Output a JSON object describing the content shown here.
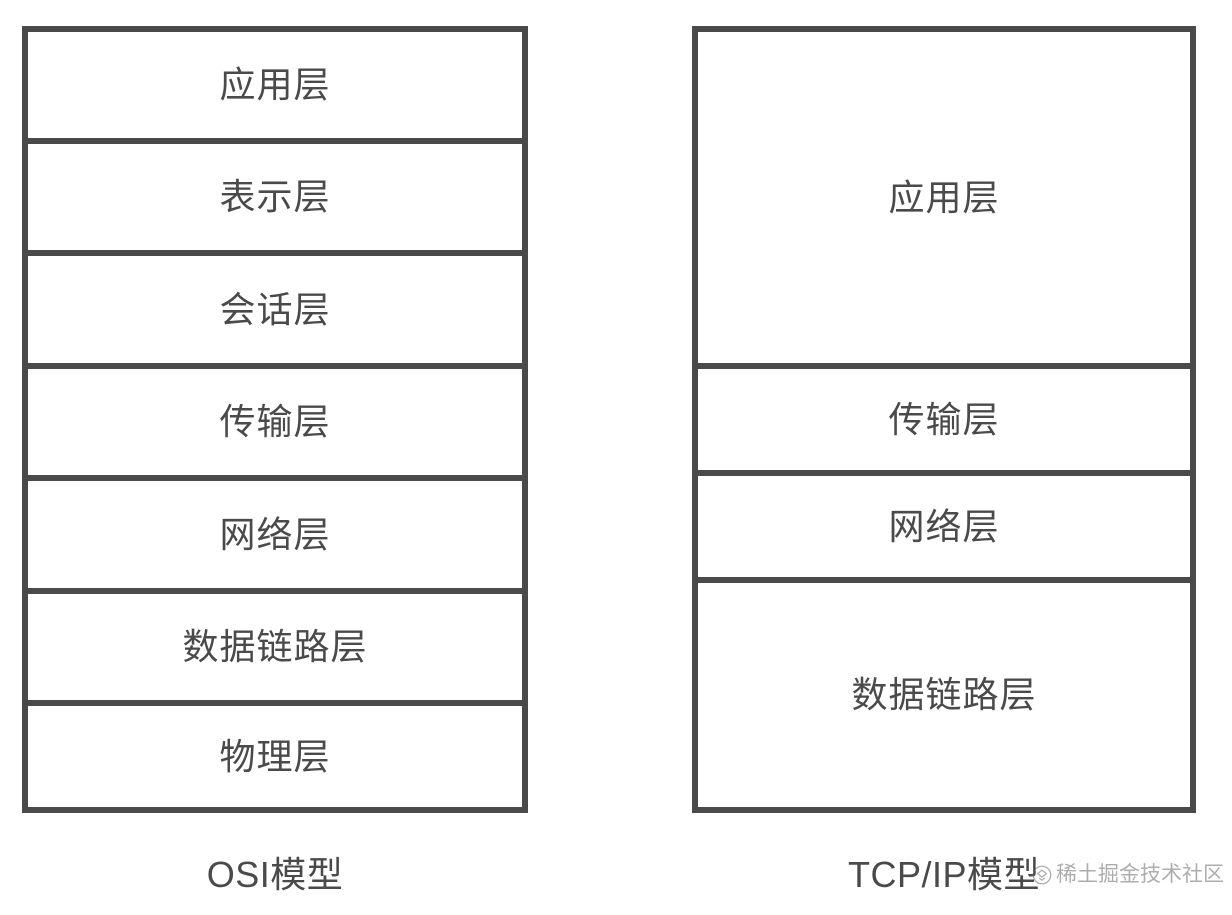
{
  "diagram": {
    "type": "layered-stack-comparison",
    "background_color": "#ffffff",
    "border_color": "#4a4a4a",
    "text_color": "#4a4a4a",
    "models": [
      {
        "id": "osi",
        "caption": "OSI模型",
        "layer_count": 7,
        "layers": [
          {
            "label": "应用层"
          },
          {
            "label": "表示层"
          },
          {
            "label": "会话层"
          },
          {
            "label": "传输层"
          },
          {
            "label": "网络层"
          },
          {
            "label": "数据链路层"
          },
          {
            "label": "物理层"
          }
        ]
      },
      {
        "id": "tcpip",
        "caption": "TCP/IP模型",
        "layer_count": 4,
        "layers": [
          {
            "label": "应用层"
          },
          {
            "label": "传输层"
          },
          {
            "label": "网络层"
          },
          {
            "label": "数据链路层"
          }
        ]
      }
    ]
  },
  "watermark": {
    "text": "稀土掘金技术社区",
    "logo_icon": "juejin-logo-icon"
  }
}
